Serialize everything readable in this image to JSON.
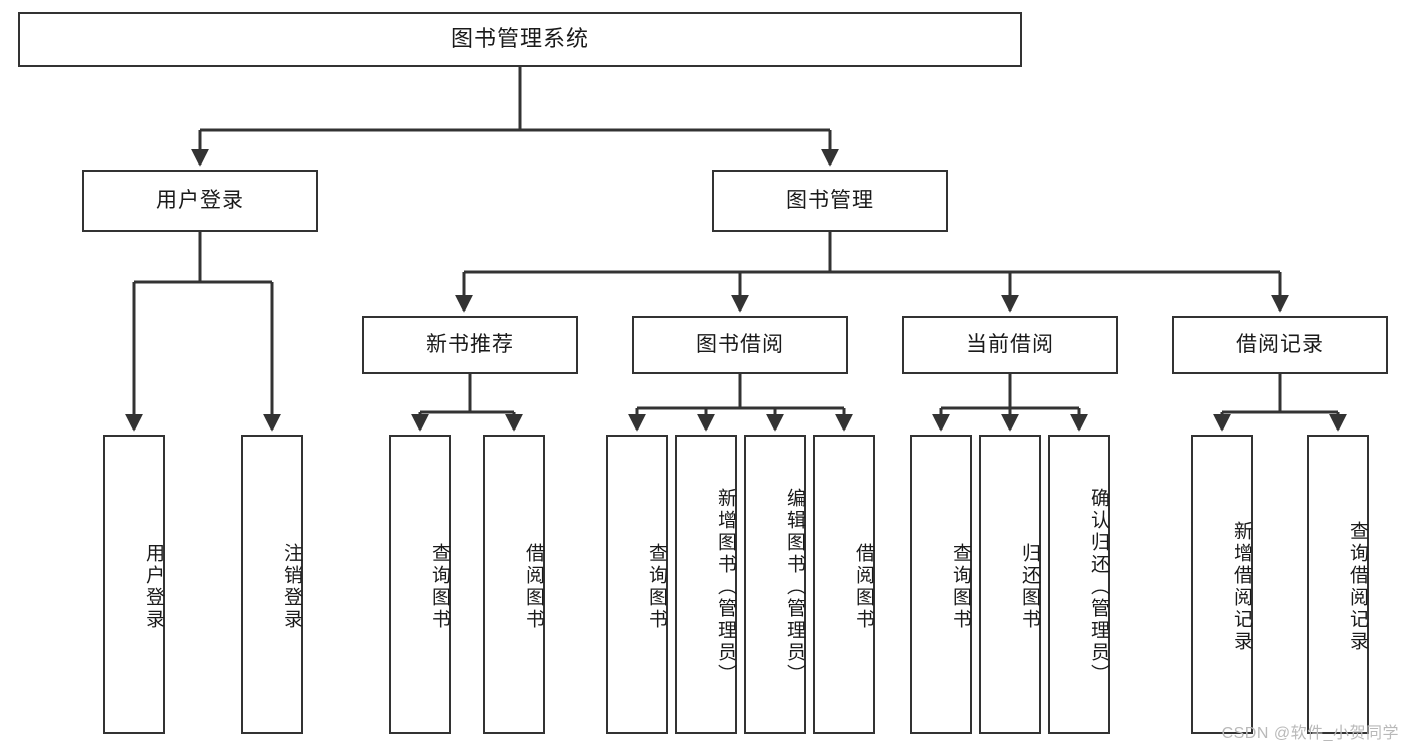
{
  "diagram": {
    "title": "图书管理系统",
    "watermark": "CSDN @软件_小贺同学",
    "colors": {
      "stroke": "#333333",
      "fill": "#ffffff",
      "text": "#1a1a1a",
      "watermark": "#b9b9b9"
    }
  },
  "nodes": {
    "root": {
      "label": "图书管理系统"
    },
    "level2": [
      {
        "label": "用户登录"
      },
      {
        "label": "图书管理"
      }
    ],
    "level3": [
      {
        "label": "新书推荐"
      },
      {
        "label": "图书借阅"
      },
      {
        "label": "当前借阅"
      },
      {
        "label": "借阅记录"
      }
    ],
    "leaves": {
      "user_login": [
        {
          "label": "用户登录"
        },
        {
          "label": "注销登录"
        }
      ],
      "new_book": [
        {
          "label": "查询图书"
        },
        {
          "label": "借阅图书"
        }
      ],
      "borrow": [
        {
          "label": "查询图书"
        },
        {
          "label": "新增图书（管理员）"
        },
        {
          "label": "编辑图书（管理员）"
        },
        {
          "label": "借阅图书"
        }
      ],
      "current": [
        {
          "label": "查询图书"
        },
        {
          "label": "归还图书"
        },
        {
          "label": "确认归还（管理员）"
        }
      ],
      "records": [
        {
          "label": "新增借阅记录"
        },
        {
          "label": "查询借阅记录"
        }
      ]
    }
  }
}
